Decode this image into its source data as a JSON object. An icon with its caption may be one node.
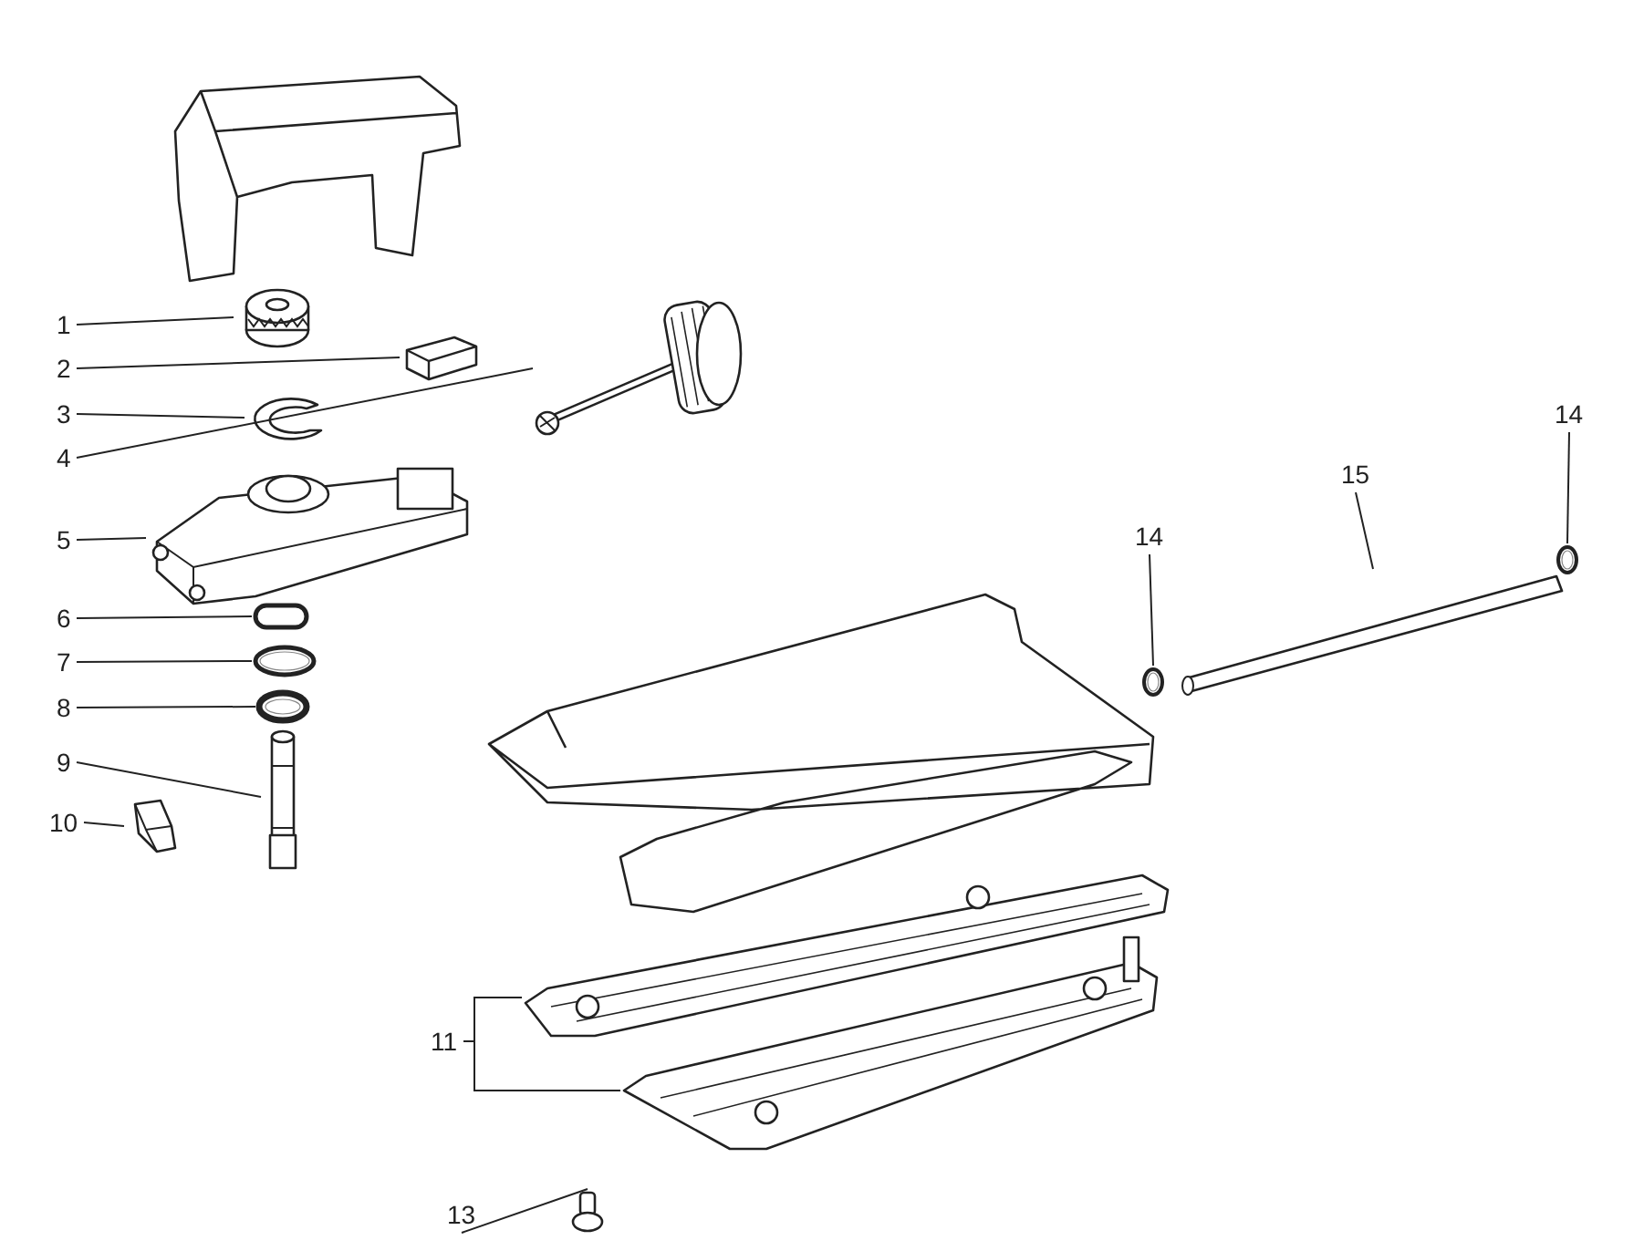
{
  "diagram": {
    "nodes": [
      {
        "text": [
          "1"
        ]
      },
      {
        "text": [
          "2"
        ]
      },
      {
        "text": [
          "3"
        ]
      },
      {
        "text": [
          "4"
        ]
      },
      {
        "text": [
          "5"
        ]
      },
      {
        "text": [
          "6"
        ]
      },
      {
        "text": [
          "7"
        ]
      },
      {
        "text": [
          "8"
        ]
      },
      {
        "text": [
          "9"
        ]
      },
      {
        "text": [
          "10"
        ]
      },
      {
        "text": [
          "11"
        ]
      },
      {
        "text": [
          "13"
        ]
      },
      {
        "text": [
          "14"
        ]
      },
      {
        "text": [
          "15"
        ]
      },
      {
        "text": [
          "14"
        ]
      },
      {
        "text": [],
        "shape": "picture"
      },
      {
        "text": [],
        "shape": "picture"
      },
      {
        "text": [],
        "shape": "picture"
      },
      {
        "text": [],
        "shape": "picture"
      },
      {
        "text": [],
        "shape": "picture"
      },
      {
        "text": [],
        "shape": "ring"
      },
      {
        "text": [],
        "shape": "ring"
      },
      {
        "text": [],
        "shape": "ring"
      },
      {
        "text": [],
        "shape": "picture"
      },
      {
        "text": [],
        "shape": "picture"
      },
      {
        "text": [],
        "shape": "picture"
      },
      {
        "text": [],
        "shape": "picture"
      },
      {
        "text": [],
        "shape": "picture"
      },
      {
        "text": [],
        "shape": "ring"
      },
      {
        "text": [],
        "shape": "cylinder"
      },
      {
        "text": [],
        "shape": "ring"
      }
    ],
    "edges": [
      {
        "from": 0,
        "to": 15,
        "arrow": "none"
      },
      {
        "from": 1,
        "to": 16,
        "arrow": "none"
      },
      {
        "from": 2,
        "to": 17,
        "arrow": "none"
      },
      {
        "from": 3,
        "to": 18,
        "arrow": "none"
      },
      {
        "from": 4,
        "to": 19,
        "arrow": "none"
      },
      {
        "from": 5,
        "to": 20,
        "arrow": "none"
      },
      {
        "from": 6,
        "to": 21,
        "arrow": "none"
      },
      {
        "from": 7,
        "to": 22,
        "arrow": "none"
      },
      {
        "from": 8,
        "to": 23,
        "arrow": "none"
      },
      {
        "from": 9,
        "to": 24,
        "arrow": "none"
      },
      {
        "from": 10,
        "to": 25,
        "arrow": "none"
      },
      {
        "from": 10,
        "to": 26,
        "arrow": "none"
      },
      {
        "from": 11,
        "to": 27,
        "arrow": "none"
      },
      {
        "from": 12,
        "to": 28,
        "arrow": "none"
      },
      {
        "from": 13,
        "to": 29,
        "arrow": "none"
      },
      {
        "from": 14,
        "to": 30,
        "arrow": "none"
      }
    ]
  }
}
